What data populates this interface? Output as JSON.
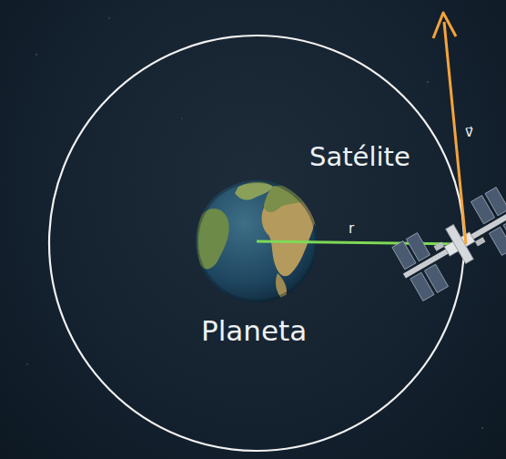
{
  "diagram": {
    "labels": [
      "Satélite",
      "r",
      "v⃗",
      "Planeta"
    ]
  }
}
